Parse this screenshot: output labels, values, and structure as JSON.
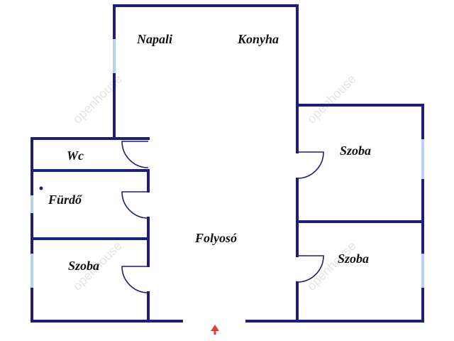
{
  "rooms": {
    "napali": "Napali",
    "konyha": "Konyha",
    "wc": "Wc",
    "furdo": "Fürdő",
    "szoba_left": "Szoba",
    "folyoso": "Folyosó",
    "szoba_right_top": "Szoba",
    "szoba_right_bottom": "Szoba"
  },
  "watermark": "openhouse",
  "colors": {
    "wall": "#1e1e78",
    "window": "#b9d3ee",
    "entrance_arrow": "#e53935"
  },
  "icons": {
    "entrance": "entrance-arrow-icon"
  }
}
